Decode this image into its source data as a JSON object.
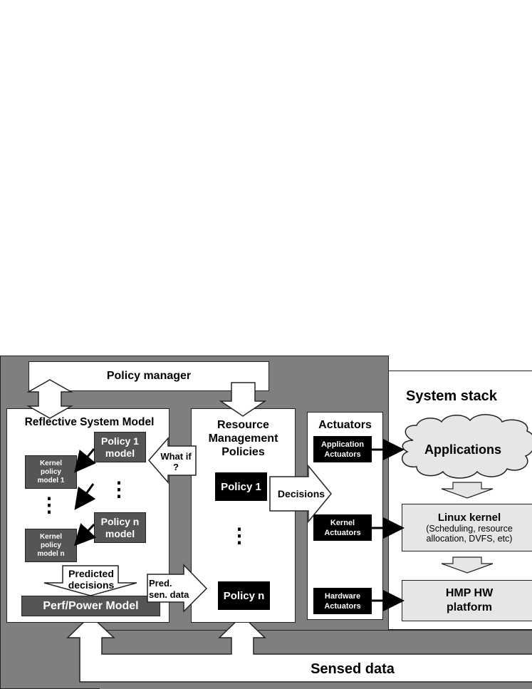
{
  "policy_manager": "Policy manager",
  "system_stack_title": "System stack",
  "reflective": {
    "title": "Reflective System Model",
    "policy1_model": [
      "Policy 1",
      "model"
    ],
    "policyn_model": [
      "Policy n",
      "model"
    ],
    "kernel_model_1": [
      "Kernel",
      "policy",
      "model 1"
    ],
    "kernel_model_n": [
      "Kernel",
      "policy",
      "model n"
    ],
    "predicted_decisions": [
      "Predicted",
      "decisions"
    ],
    "perf_power_model": "Perf/Power Model",
    "dots": "⋮"
  },
  "what_if": [
    "What if",
    "?"
  ],
  "pred_sen_data": [
    "Pred.",
    "sen. data"
  ],
  "rmp": {
    "title": [
      "Resource",
      "Management",
      "Policies"
    ],
    "policy1": "Policy 1",
    "policyn": "Policy n",
    "dots": "⋮"
  },
  "decisions": "Decisions",
  "actuators": {
    "title": "Actuators",
    "application": [
      "Application",
      "Actuators"
    ],
    "kernel": [
      "Kernel",
      "Actuators"
    ],
    "hardware": [
      "Hardware",
      "Actuators"
    ]
  },
  "stack": {
    "applications": "Applications",
    "linux_kernel_title": "Linux kernel",
    "linux_kernel_sub": [
      "(Scheduling, resource",
      "allocation, DVFS, etc)"
    ],
    "hmp_hw": [
      "HMP HW",
      "platform"
    ]
  },
  "sensed_data": "Sensed data",
  "colors": {
    "frame_gray": "#7f7f7f",
    "dark_box": "#555555",
    "black_box": "#000000",
    "light_stack": "#e6e6e6"
  }
}
